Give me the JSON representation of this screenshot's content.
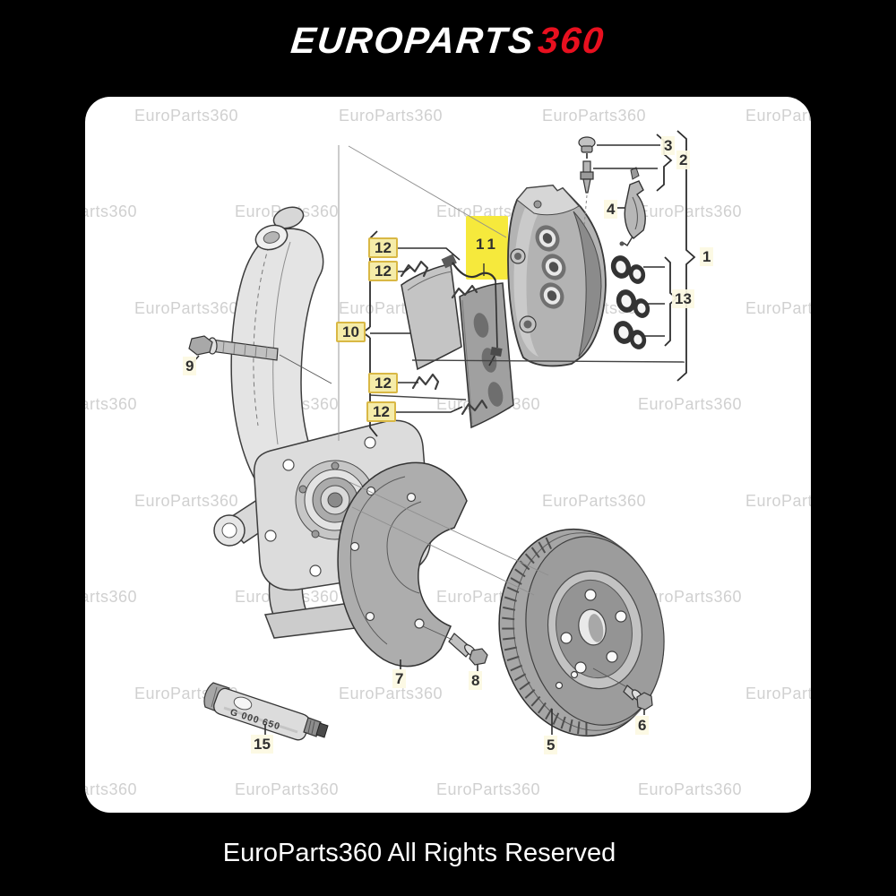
{
  "header": {
    "logo_primary": "EUROPARTS",
    "logo_accent": "360"
  },
  "footer": {
    "copyright": "EuroParts360 All Rights Reserved"
  },
  "watermark": {
    "text": "EuroParts360"
  },
  "diagram": {
    "description": "Exploded view of front brake assembly: steering knuckle, caliper, pads, rotor, splash shield",
    "tube_text": "G 000 650",
    "callouts": {
      "c1": "1",
      "c2": "2",
      "c3": "3",
      "c4": "4",
      "c5": "5",
      "c6": "6",
      "c7": "7",
      "c8": "8",
      "c9": "9",
      "c10": "10",
      "c11": "11",
      "c12": "12",
      "c13": "13",
      "c15": "15"
    }
  },
  "colors": {
    "accent_red": "#e8101f",
    "highlight_yellow": "#f6e93c",
    "label_fill": "#f5eca9",
    "label_border": "#d9b845",
    "card_background": "#ffffff",
    "page_background": "#000000"
  }
}
